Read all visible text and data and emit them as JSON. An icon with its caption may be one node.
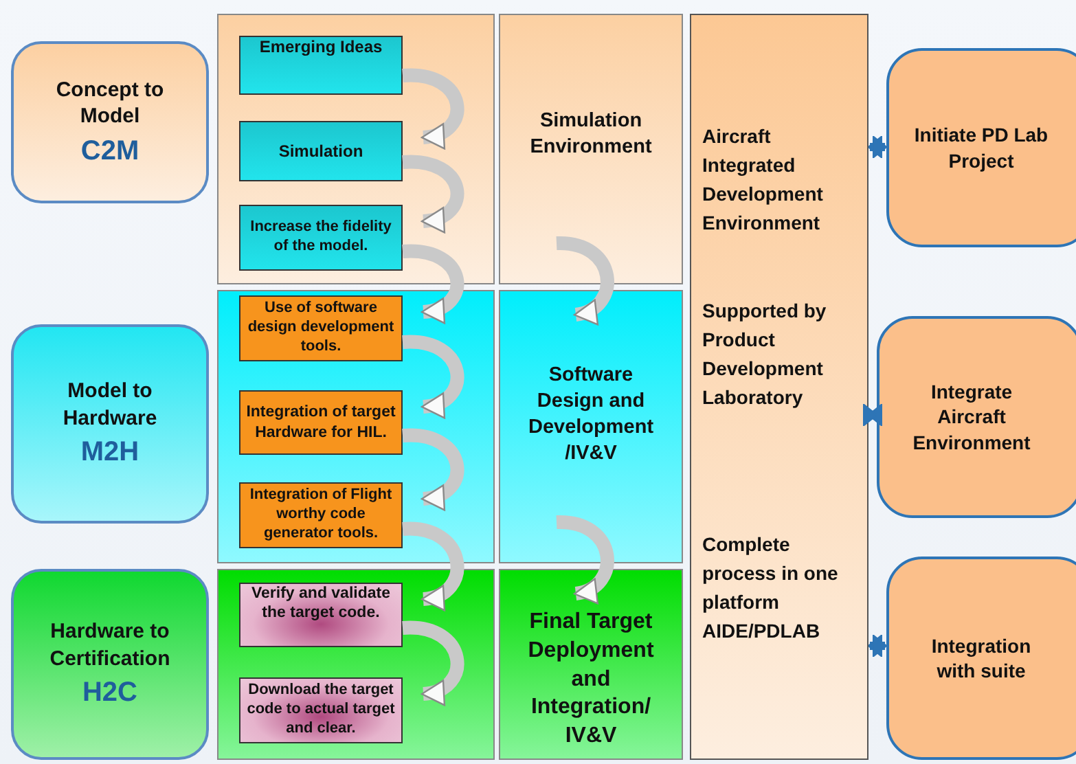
{
  "diagram": {
    "nodes": [
      {
        "text": [
          "Concept to Model",
          "C2M"
        ]
      },
      {
        "text": [
          "Model to Hardware",
          "M2H"
        ]
      },
      {
        "text": [
          "Hardware to Certification",
          "H2C"
        ]
      },
      {
        "text": [],
        "shape": "box"
      },
      {
        "text": [
          "Emerging Ideas"
        ],
        "in": 3
      },
      {
        "text": [
          "Simulation"
        ],
        "in": 3
      },
      {
        "text": [
          "Increase the fidelity of the model."
        ],
        "in": 3
      },
      {
        "text": [],
        "shape": "box"
      },
      {
        "text": [
          "Use of software design development tools."
        ],
        "in": 7
      },
      {
        "text": [
          "Integration of target Hardware for HIL."
        ],
        "in": 7
      },
      {
        "text": [
          "Integration of Flight worthy code generator tools."
        ],
        "in": 7
      },
      {
        "text": [],
        "shape": "box"
      },
      {
        "text": [
          "Verify and validate the target code."
        ],
        "in": 11
      },
      {
        "text": [
          "Download the target code to actual target and clear."
        ],
        "in": 11
      },
      {
        "text": [
          "Simulation Environment"
        ]
      },
      {
        "text": [
          "Software Design and Development /IV&V"
        ]
      },
      {
        "text": [
          "Final Target Deployment and Integration/ IV&V"
        ]
      },
      {
        "text": [
          "Aircraft Integrated Development Environment",
          "Supported by Product Development Laboratory",
          "Complete process in one platform AIDE/PDLAB"
        ]
      },
      {
        "text": [
          "Initiate PD Lab Project"
        ]
      },
      {
        "text": [
          "Integrate Aircraft Environment"
        ]
      },
      {
        "text": [
          "Integration with suite"
        ]
      }
    ],
    "edges": [
      {
        "from": 4,
        "to": 5,
        "arrow": "to"
      },
      {
        "from": 5,
        "to": 6,
        "arrow": "to"
      },
      {
        "from": 6,
        "to": 8,
        "arrow": "to"
      },
      {
        "from": 8,
        "to": 9,
        "arrow": "to"
      },
      {
        "from": 9,
        "to": 10,
        "arrow": "to"
      },
      {
        "from": 10,
        "to": 12,
        "arrow": "to"
      },
      {
        "from": 12,
        "to": 13,
        "arrow": "to"
      },
      {
        "from": 14,
        "to": 15,
        "arrow": "to"
      },
      {
        "from": 15,
        "to": 16,
        "arrow": "to"
      },
      {
        "from": 17,
        "to": 18,
        "arrow": "both",
        "color": "#2e75b6"
      },
      {
        "from": 17,
        "to": 19,
        "arrow": "both",
        "color": "#2e75b6"
      },
      {
        "from": 17,
        "to": 20,
        "arrow": "both",
        "color": "#2e75b6"
      }
    ]
  }
}
